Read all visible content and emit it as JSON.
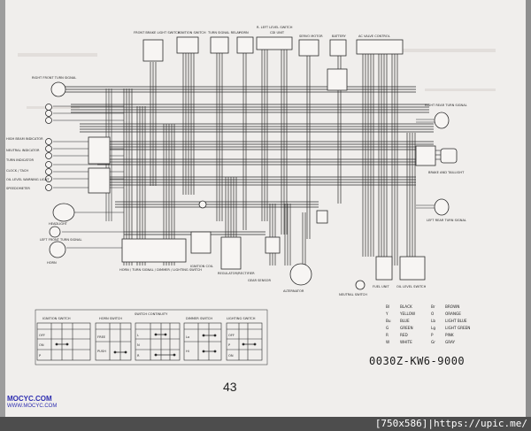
{
  "top_labels": [
    "FRONT BRAKE LIGHT SWITCH",
    "IGNITION SWITCH",
    "TURN SIGNAL RELAY",
    "HORN",
    "R. LEFT LEVEL SWITCH",
    "CDI UNIT",
    "SERVO MOTOR",
    "BATTERY",
    "AC VALVE CONTROL"
  ],
  "left_labels": [
    "RIGHT FRONT TURN SIGNAL",
    "HIGH BEAM INDICATOR",
    "NEUTRAL INDICATOR",
    "TURN INDICATOR",
    "CLOCK / TACH",
    "OIL LEVEL WARNING LIGHT",
    "SPEEDOMETER",
    "HEADLIGHT",
    "LEFT FRONT TURN SIGNAL",
    "HORN"
  ],
  "right_labels": [
    "RIGHT REAR TURN SIGNAL",
    "BRAKE AND TAILLIGHT",
    "LEFT REAR TURN SIGNAL"
  ],
  "bottom_labels": [
    "HORN / TURN SIGNAL / DIMMER / LIGHTING SWITCH",
    "IGNITION COIL",
    "REGULATOR/RECTIFIER",
    "NEUTRAL SWITCH",
    "FUEL UNIT",
    "ALTERNATOR",
    "GEAR SENSOR",
    "OIL LEVEL SWITCH"
  ],
  "switch_tables": [
    {
      "title": "IGNITION SWITCH",
      "rows": [
        "OFF",
        "ON",
        "P"
      ]
    },
    {
      "title": "HORN SWITCH",
      "rows": [
        "FREE",
        "PUSH"
      ]
    },
    {
      "title": "SWITCH CONTINUITY",
      "rows": [
        "L",
        "N",
        "R"
      ]
    },
    {
      "title": "DIMMER SWITCH",
      "rows": [
        "Lo",
        "Hi"
      ]
    },
    {
      "title": "LIGHTING SWITCH",
      "rows": [
        "OFF",
        "P",
        "ON"
      ]
    }
  ],
  "color_legend": [
    {
      "code": "Bl",
      "name": "BLACK",
      "code2": "Br",
      "name2": "BROWN"
    },
    {
      "code": "Y",
      "name": "YELLOW",
      "code2": "O",
      "name2": "ORANGE"
    },
    {
      "code": "Bu",
      "name": "BLUE",
      "code2": "Lb",
      "name2": "LIGHT BLUE"
    },
    {
      "code": "G",
      "name": "GREEN",
      "code2": "Lg",
      "name2": "LIGHT GREEN"
    },
    {
      "code": "R",
      "name": "RED",
      "code2": "P",
      "name2": "PINK"
    },
    {
      "code": "W",
      "name": "WHITE",
      "code2": "Gr",
      "name2": "GRAY"
    }
  ],
  "part_number": "0030Z-KW6-9000",
  "page_number": "43",
  "watermark": {
    "title": "MOCYC.COM",
    "url": "WWW.MOCYC.COM"
  },
  "image_info": "[750x586]|https://upic.me/"
}
